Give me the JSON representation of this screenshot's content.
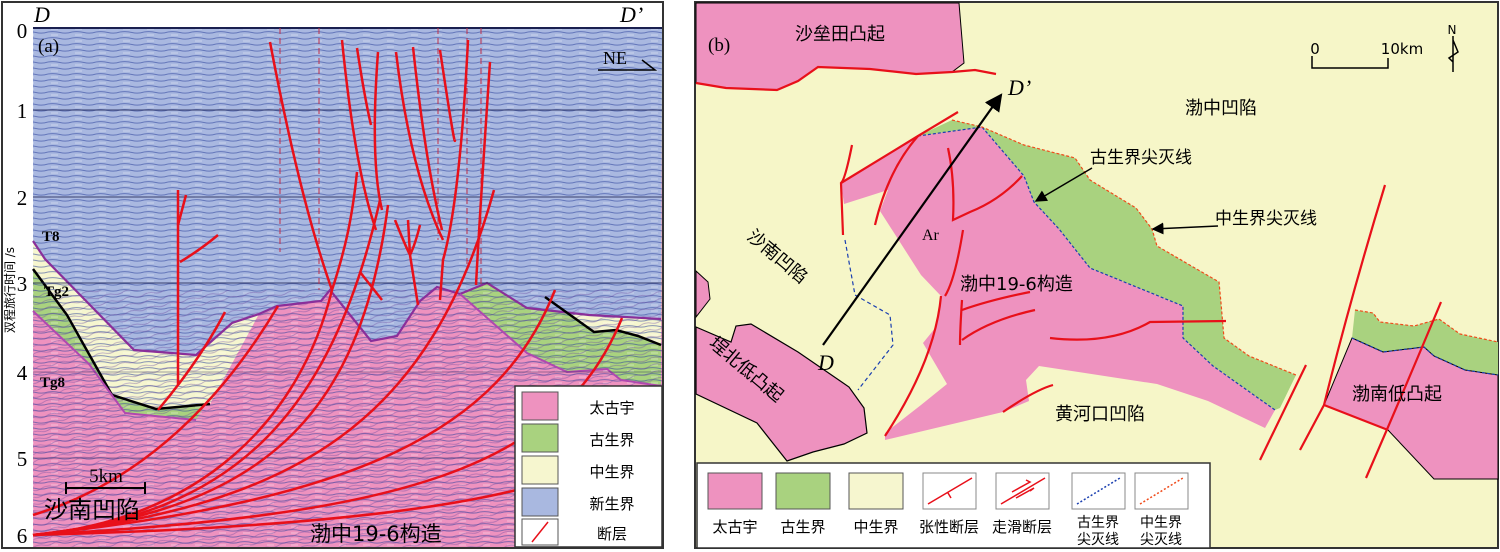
{
  "panel_a": {
    "label": "(a)",
    "start_label": "D",
    "end_label": "D’",
    "direction": "NE",
    "y_axis_title": "双程旅行时间 /s",
    "y_ticks": [
      "0",
      "1",
      "2",
      "3",
      "4",
      "5",
      "6"
    ],
    "horizons": {
      "t8": "T8",
      "tg2": "Tg2",
      "tg8": "Tg8"
    },
    "scale_bar": "5km",
    "basin_label": "沙南凹陷",
    "structure_label": "渤中19-6构造",
    "legend": [
      {
        "label": "太古宇",
        "color": "#ee92bf"
      },
      {
        "label": "古生界",
        "color": "#a9d27f"
      },
      {
        "label": "中生界",
        "color": "#f6f6cf"
      },
      {
        "label": "新生界",
        "color": "#a9b8e0"
      },
      {
        "label": "断层",
        "color": "#e8101a"
      }
    ]
  },
  "panel_b": {
    "label": "(b)",
    "scale": {
      "zero": "0",
      "end": "10km"
    },
    "north": "N",
    "section_start": "D",
    "section_end": "D’",
    "labels": {
      "shaleitian": "沙垒田凸起",
      "bozhong_sag": "渤中凹陷",
      "paleozoic_pinchout": "古生界尖灭线",
      "mesozoic_pinchout": "中生界尖灭线",
      "shanan_sag": "沙南凹陷",
      "ar": "Ar",
      "bz196": "渤中19-6构造",
      "chengbei": "埕北低凸起",
      "huanghekou": "黄河口凹陷",
      "bonan": "渤南低凸起"
    },
    "legend": [
      {
        "label": "太古宇",
        "color": "#ee92bf"
      },
      {
        "label": "古生界",
        "color": "#a9d27f"
      },
      {
        "label": "中生界",
        "color": "#f6f6cf"
      },
      {
        "label": "张性断层"
      },
      {
        "label": "走滑断层"
      },
      {
        "label1": "古生界",
        "label2": "尖灭线",
        "color": "#1a3fb0"
      },
      {
        "label1": "中生界",
        "label2": "尖灭线",
        "color": "#f04a1a"
      }
    ]
  }
}
